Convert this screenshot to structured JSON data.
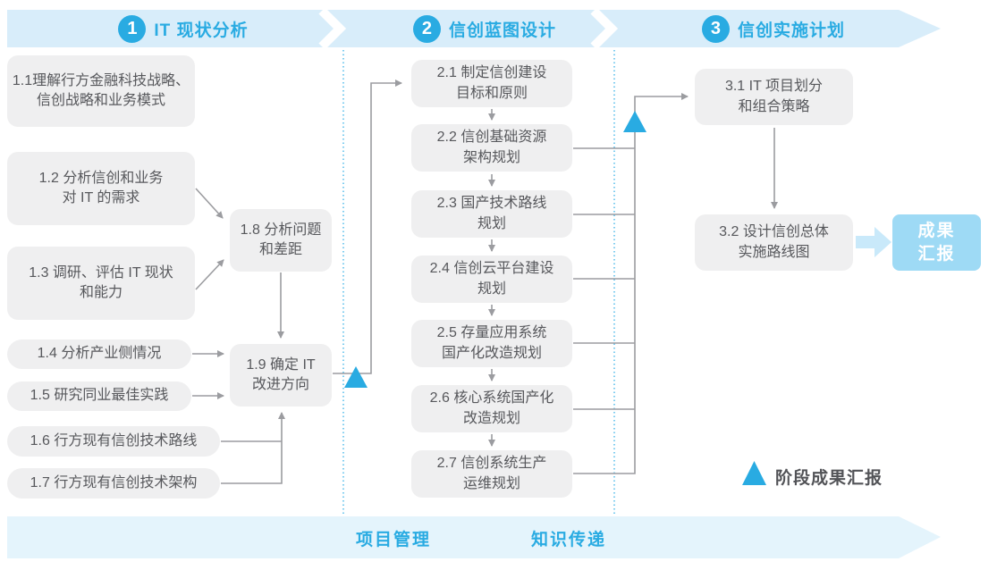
{
  "header": {
    "phases": [
      {
        "num": "1",
        "title": "IT 现状分析"
      },
      {
        "num": "2",
        "title": "信创蓝图设计"
      },
      {
        "num": "3",
        "title": "信创实施计划"
      }
    ]
  },
  "phase1_boxes": {
    "b11": {
      "l1": "1.1理解行方金融科技战略、",
      "l2": "信创战略和业务模式"
    },
    "b12": {
      "l1": "1.2 分析信创和业务",
      "l2": "对 IT 的需求"
    },
    "b13": {
      "l1": "1.3 调研、评估 IT 现状",
      "l2": "和能力"
    },
    "b14": {
      "l1": "1.4 分析产业侧情况"
    },
    "b15": {
      "l1": "1.5 研究同业最佳实践"
    },
    "b16": {
      "l1": "1.6 行方现有信创技术路线"
    },
    "b17": {
      "l1": "1.7 行方现有信创技术架构"
    },
    "b18": {
      "l1": "1.8 分析问题",
      "l2": "和差距"
    },
    "b19": {
      "l1": "1.9 确定 IT",
      "l2": "改进方向"
    }
  },
  "phase2_boxes": {
    "b21": {
      "l1": "2.1 制定信创建设",
      "l2": "目标和原则"
    },
    "b22": {
      "l1": "2.2 信创基础资源",
      "l2": "架构规划"
    },
    "b23": {
      "l1": "2.3 国产技术路线",
      "l2": "规划"
    },
    "b24": {
      "l1": "2.4 信创云平台建设",
      "l2": "规划"
    },
    "b25": {
      "l1": "2.5 存量应用系统",
      "l2": "国产化改造规划"
    },
    "b26": {
      "l1": "2.6 核心系统国产化",
      "l2": "改造规划"
    },
    "b27": {
      "l1": "2.7 信创系统生产",
      "l2": "运维规划"
    }
  },
  "phase3_boxes": {
    "b31": {
      "l1": "3.1 IT 项目划分",
      "l2": "和组合策略"
    },
    "b32": {
      "l1": "3.2 设计信创总体",
      "l2": "实施路线图"
    }
  },
  "result_box": {
    "l1": "成果",
    "l2": "汇报"
  },
  "legend": {
    "label": "阶段成果汇报"
  },
  "footer": {
    "left": "项目管理",
    "right": "知识传递"
  },
  "colors": {
    "accent_blue": "#29abe2",
    "band_top": "#d8edfa",
    "band_bottom": "#e4f4fc",
    "node_gray": "#efeff0",
    "node_text": "#57585c",
    "connector_gray": "#9b9ca0",
    "result_blue": "#9edaf5"
  }
}
